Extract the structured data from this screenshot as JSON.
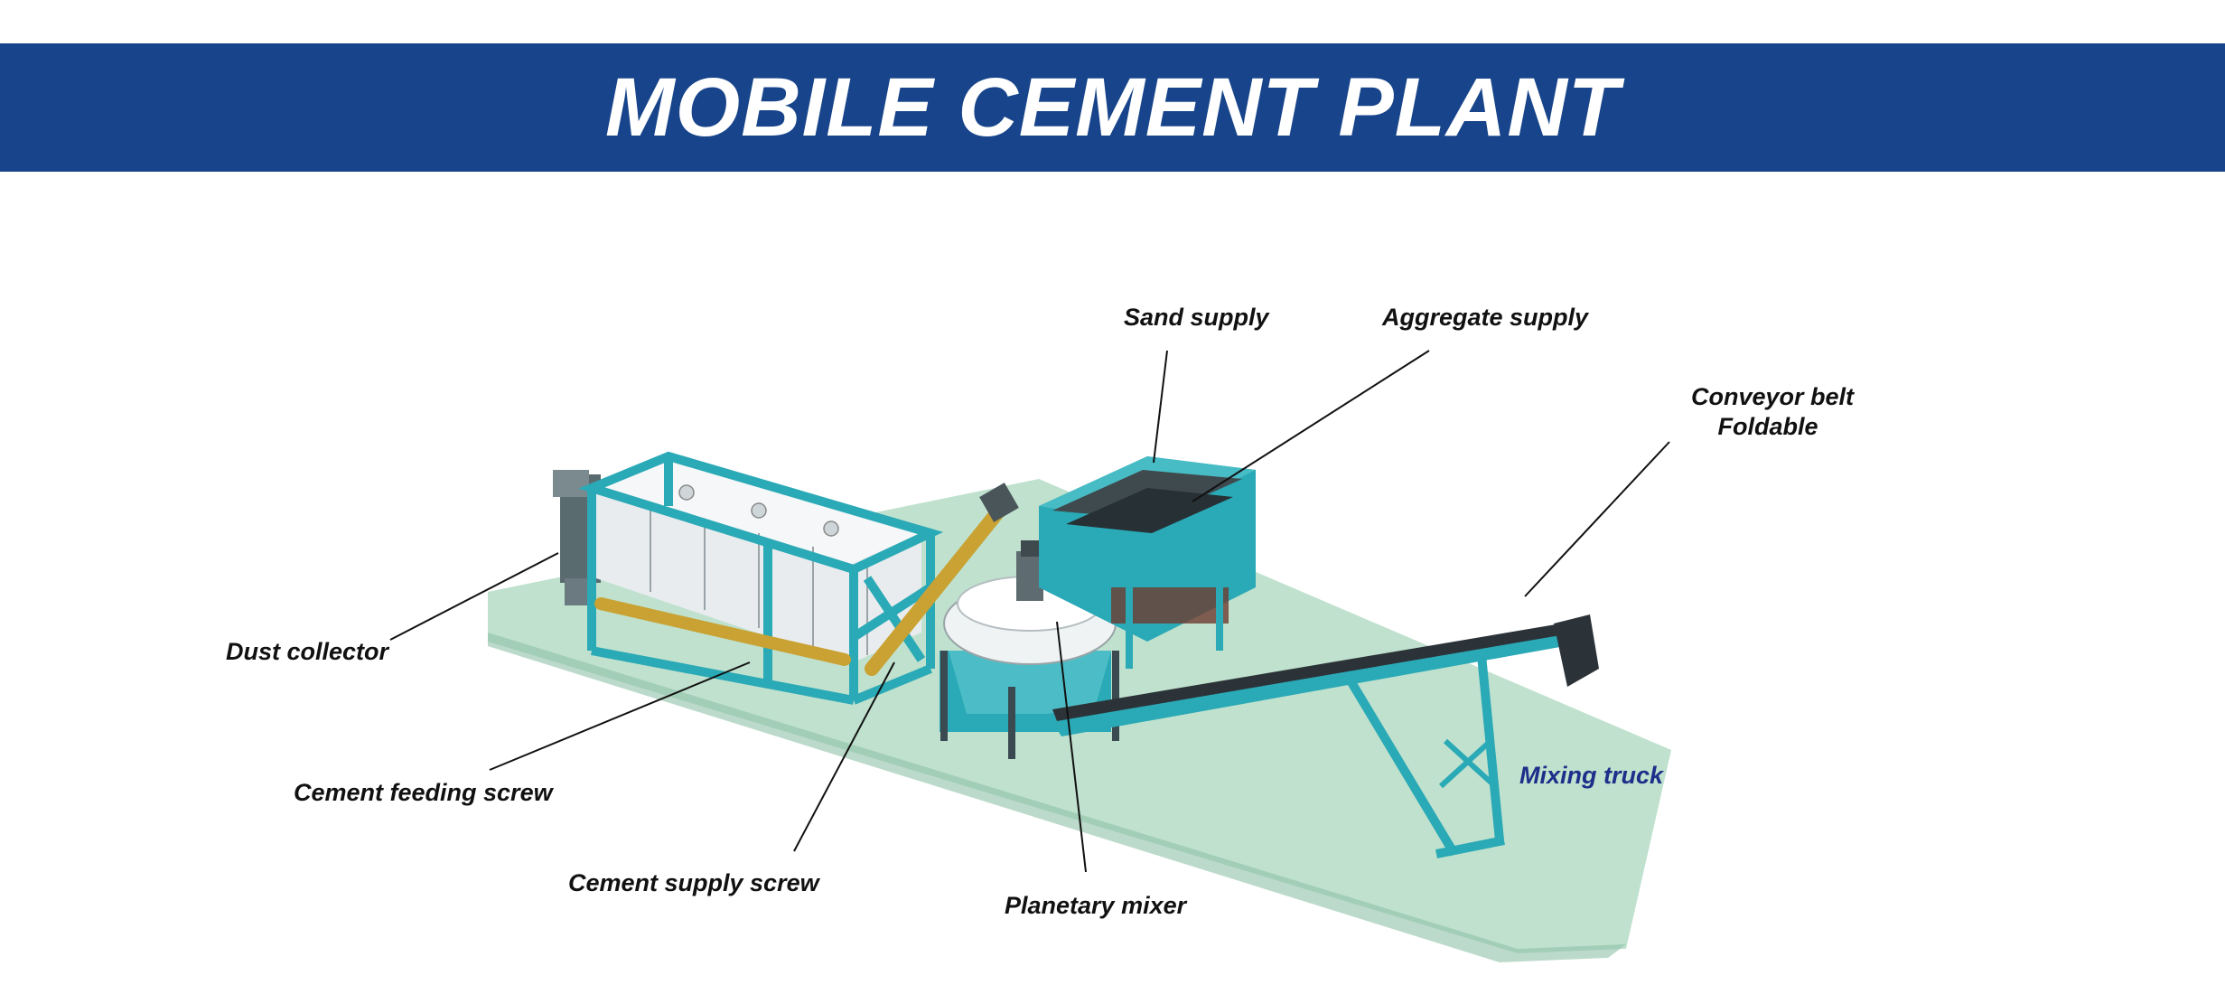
{
  "title": "MOBILE CEMENT PLANT",
  "labels": {
    "sand_supply": "Sand supply",
    "aggregate_supply": "Aggregate supply",
    "conveyor_belt_line1": "Conveyor belt",
    "conveyor_belt_line2": "Foldable",
    "dust_collector": "Dust collector",
    "cement_feeding_screw": "Cement feeding screw",
    "cement_supply_screw": "Cement supply screw",
    "planetary_mixer": "Planetary mixer",
    "mixing_truck": "Mixing truck"
  },
  "colors": {
    "banner": "#17448a",
    "frame_teal": "#2aa9b6",
    "ground": "#a9d7bd",
    "screw_yellow": "#c9a233",
    "mixing_truck_text": "#1d2f8a"
  }
}
